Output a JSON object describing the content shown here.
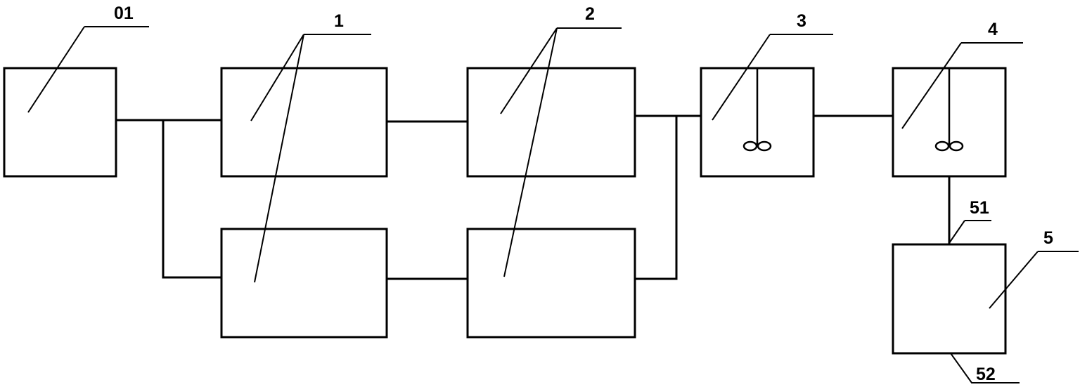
{
  "labels": {
    "raw_tank": "01",
    "first_units": "1",
    "second_units": "2",
    "mixer_a": "3",
    "mixer_b": "4",
    "final_tank": "5",
    "inlet": "51",
    "outlet": "52"
  },
  "colors": {
    "line": "#000000",
    "background": "#ffffff"
  }
}
